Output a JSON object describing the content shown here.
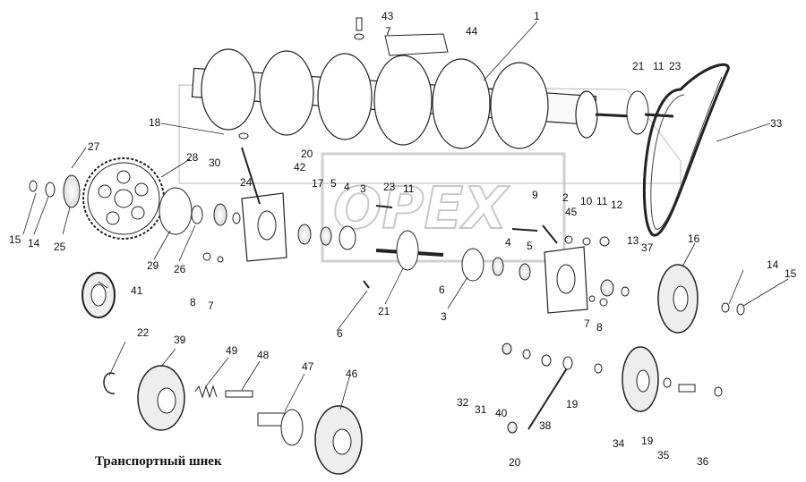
{
  "caption": "Транспортный шнек",
  "watermark": "OPEX",
  "part_numbers": [
    {
      "id": "43",
      "label": "43"
    },
    {
      "id": "7a",
      "label": "7"
    },
    {
      "id": "44",
      "label": "44"
    },
    {
      "id": "1",
      "label": "1"
    },
    {
      "id": "21a",
      "label": "21"
    },
    {
      "id": "11a",
      "label": "11"
    },
    {
      "id": "23a",
      "label": "23"
    },
    {
      "id": "33",
      "label": "33"
    },
    {
      "id": "18",
      "label": "18"
    },
    {
      "id": "27",
      "label": "27"
    },
    {
      "id": "20a",
      "label": "20"
    },
    {
      "id": "42",
      "label": "42"
    },
    {
      "id": "28",
      "label": "28"
    },
    {
      "id": "30",
      "label": "30"
    },
    {
      "id": "24",
      "label": "24"
    },
    {
      "id": "17",
      "label": "17"
    },
    {
      "id": "5a",
      "label": "5"
    },
    {
      "id": "4a",
      "label": "4"
    },
    {
      "id": "3a",
      "label": "3"
    },
    {
      "id": "23b",
      "label": "23"
    },
    {
      "id": "11b",
      "label": "11"
    },
    {
      "id": "9",
      "label": "9"
    },
    {
      "id": "2",
      "label": "2"
    },
    {
      "id": "45",
      "label": "45"
    },
    {
      "id": "10",
      "label": "10"
    },
    {
      "id": "11c",
      "label": "11"
    },
    {
      "id": "12",
      "label": "12"
    },
    {
      "id": "15a",
      "label": "15"
    },
    {
      "id": "14a",
      "label": "14"
    },
    {
      "id": "25",
      "label": "25"
    },
    {
      "id": "29",
      "label": "29"
    },
    {
      "id": "26",
      "label": "26"
    },
    {
      "id": "8a",
      "label": "8"
    },
    {
      "id": "7b",
      "label": "7"
    },
    {
      "id": "4b",
      "label": "4"
    },
    {
      "id": "5b",
      "label": "5"
    },
    {
      "id": "13",
      "label": "13"
    },
    {
      "id": "37",
      "label": "37"
    },
    {
      "id": "16",
      "label": "16"
    },
    {
      "id": "21b",
      "label": "21"
    },
    {
      "id": "6a",
      "label": "6"
    },
    {
      "id": "3b",
      "label": "3"
    },
    {
      "id": "7c",
      "label": "7"
    },
    {
      "id": "8b",
      "label": "8"
    },
    {
      "id": "14b",
      "label": "14"
    },
    {
      "id": "15b",
      "label": "15"
    },
    {
      "id": "41",
      "label": "41"
    },
    {
      "id": "6b",
      "label": "6"
    },
    {
      "id": "22",
      "label": "22"
    },
    {
      "id": "39",
      "label": "39"
    },
    {
      "id": "49",
      "label": "49"
    },
    {
      "id": "48",
      "label": "48"
    },
    {
      "id": "47",
      "label": "47"
    },
    {
      "id": "46",
      "label": "46"
    },
    {
      "id": "32",
      "label": "32"
    },
    {
      "id": "31",
      "label": "31"
    },
    {
      "id": "40",
      "label": "40"
    },
    {
      "id": "38",
      "label": "38"
    },
    {
      "id": "19a",
      "label": "19"
    },
    {
      "id": "34",
      "label": "34"
    },
    {
      "id": "19b",
      "label": "19"
    },
    {
      "id": "35",
      "label": "35"
    },
    {
      "id": "36",
      "label": "36"
    },
    {
      "id": "20b",
      "label": "20"
    }
  ]
}
